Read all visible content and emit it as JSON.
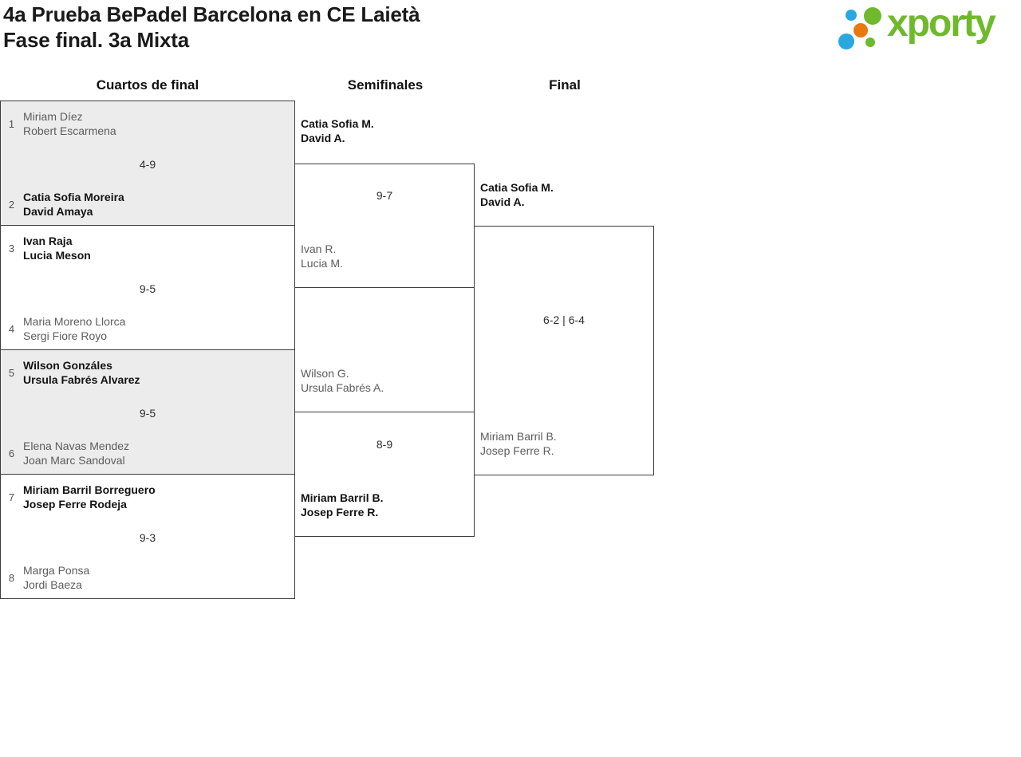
{
  "header": {
    "title_line1": "4a Prueba BePadel Barcelona en CE Laietà",
    "title_line2": "Fase final. 3a Mixta"
  },
  "logo": {
    "text": "xporty",
    "green": "#6fb92c",
    "blue": "#29a8e0",
    "orange": "#e8790f"
  },
  "columns": {
    "quarterfinals": "Cuartos de final",
    "semifinals": "Semifinales",
    "final": "Final"
  },
  "bracket": {
    "quarterfinals": [
      {
        "score": "4-9",
        "team_top": {
          "seed": "1",
          "players": [
            "Miriam Díez",
            "Robert Escarmena"
          ],
          "winner": false
        },
        "team_bottom": {
          "seed": "2",
          "players": [
            "Catia Sofia Moreira",
            "David Amaya"
          ],
          "winner": true
        }
      },
      {
        "score": "9-5",
        "team_top": {
          "seed": "3",
          "players": [
            "Ivan Raja",
            "Lucia Meson"
          ],
          "winner": true
        },
        "team_bottom": {
          "seed": "4",
          "players": [
            "Maria Moreno Llorca",
            "Sergi Fiore Royo"
          ],
          "winner": false
        }
      },
      {
        "score": "9-5",
        "team_top": {
          "seed": "5",
          "players": [
            "Wilson Gonzáles",
            "Ursula Fabrés Alvarez"
          ],
          "winner": true
        },
        "team_bottom": {
          "seed": "6",
          "players": [
            "Elena Navas Mendez",
            "Joan Marc Sandoval"
          ],
          "winner": false
        }
      },
      {
        "score": "9-3",
        "team_top": {
          "seed": "7",
          "players": [
            "Miriam Barril Borreguero",
            "Josep Ferre Rodeja"
          ],
          "winner": true
        },
        "team_bottom": {
          "seed": "8",
          "players": [
            "Marga Ponsa",
            "Jordi Baeza"
          ],
          "winner": false
        }
      }
    ],
    "semifinals": [
      {
        "score": "9-7",
        "team_top": {
          "players": [
            "Catia Sofia M.",
            "David A."
          ],
          "winner": true
        },
        "team_bottom": {
          "players": [
            "Ivan R.",
            "Lucia M."
          ],
          "winner": false
        }
      },
      {
        "score": "8-9",
        "team_top": {
          "players": [
            "Wilson G.",
            "Ursula Fabrés A."
          ],
          "winner": false
        },
        "team_bottom": {
          "players": [
            "Miriam Barril B.",
            "Josep Ferre R."
          ],
          "winner": true
        }
      }
    ],
    "final": {
      "score": "6-2 | 6-4",
      "team_top": {
        "players": [
          "Catia Sofia M.",
          "David A."
        ],
        "winner": true
      },
      "team_bottom": {
        "players": [
          "Miriam Barril B.",
          "Josep Ferre R."
        ],
        "winner": false
      }
    }
  },
  "colors": {
    "match_shaded_bg": "#ececec",
    "border": "#3d3d3d",
    "winner_text": "#131313",
    "loser_text": "#5c5c5c"
  }
}
